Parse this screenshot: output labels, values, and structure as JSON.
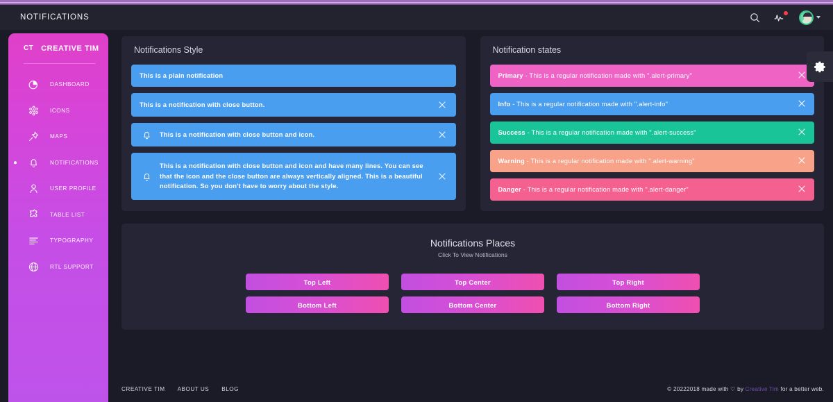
{
  "navbar": {
    "title": "NOTIFICATIONS",
    "icons": [
      {
        "name": "search-icon"
      },
      {
        "name": "activity-pulse-icon",
        "badge": true
      },
      {
        "name": "avatar"
      }
    ]
  },
  "sidebar": {
    "brand_mark": "CT",
    "brand_name": "CREATIVE TIM",
    "items": [
      {
        "label": "DASHBOARD",
        "icon": "pie-chart-icon",
        "active": false
      },
      {
        "label": "ICONS",
        "icon": "atom-icon",
        "active": false
      },
      {
        "label": "MAPS",
        "icon": "pin-icon",
        "active": false
      },
      {
        "label": "NOTIFICATIONS",
        "icon": "bell-icon",
        "active": true
      },
      {
        "label": "USER PROFILE",
        "icon": "user-icon",
        "active": false
      },
      {
        "label": "TABLE LIST",
        "icon": "puzzle-icon",
        "active": false
      },
      {
        "label": "TYPOGRAPHY",
        "icon": "text-lines-icon",
        "active": false
      },
      {
        "label": "RTL SUPPORT",
        "icon": "globe-icon",
        "active": false
      }
    ]
  },
  "notifications_style": {
    "title": "Notifications Style",
    "alerts": [
      {
        "text": "This is a plain notification",
        "has_icon": false,
        "has_close": false,
        "multiline": false,
        "color": "#4a9ef0"
      },
      {
        "text": "This is a notification with close button.",
        "has_icon": false,
        "has_close": true,
        "multiline": false,
        "color": "#4a9ef0"
      },
      {
        "text": "This is a notification with close button and icon.",
        "has_icon": true,
        "has_close": true,
        "multiline": false,
        "color": "#4a9ef0"
      },
      {
        "text": "This is a notification with close button and icon and have many lines. You can see that the icon and the close button are always vertically aligned. This is a beautiful notification. So you don't have to worry about the style.",
        "has_icon": true,
        "has_close": true,
        "multiline": true,
        "color": "#4a9ef0"
      }
    ]
  },
  "notification_states": {
    "title": "Notification states",
    "alerts": [
      {
        "label": "Primary",
        "text": " - This is a regular notification made with \".alert-primary\"",
        "color": "#ef63c5",
        "class": "st-primary"
      },
      {
        "label": "Info",
        "text": " - This is a regular notification made with \".alert-info\"",
        "color": "#4a9ef0",
        "class": "st-info"
      },
      {
        "label": "Success",
        "text": " - This is a regular notification made with \".alert-success\"",
        "color": "#19c598",
        "class": "st-success"
      },
      {
        "label": "Warning",
        "text": " - This is a regular notification made with \".alert-warning\"",
        "color": "#f9a28a",
        "class": "st-warning"
      },
      {
        "label": "Danger",
        "text": " - This is a regular notification made with \".alert-danger\"",
        "color": "#f4608f",
        "class": "st-danger"
      }
    ]
  },
  "notifications_places": {
    "title": "Notifications Places",
    "subtitle": "Click To View Notifications",
    "buttons": [
      "Top Left",
      "Top Center",
      "Top Right",
      "Bottom Left",
      "Bottom Center",
      "Bottom Right"
    ]
  },
  "footer": {
    "links": [
      "CREATIVE TIM",
      "ABOUT US",
      "BLOG"
    ],
    "copyright_prefix": "© 20222018 made with ",
    "heart": "♡",
    "copyright_by": " by ",
    "brand_link": "Creative Tim",
    "copyright_suffix": " for a better web."
  },
  "settings_tab": {
    "icon": "gear-icon"
  },
  "theme": {
    "page_bg": "#1b1b27",
    "card_bg": "#252536",
    "navbar_bg": "#232330",
    "sidebar_gradient_start": "#e040c8",
    "sidebar_gradient_end": "#be53ea",
    "button_gradient": "#c24fe0 → #ef4fb0",
    "badge_red": "#fb404b",
    "accent_link": "#6f4fb0"
  }
}
